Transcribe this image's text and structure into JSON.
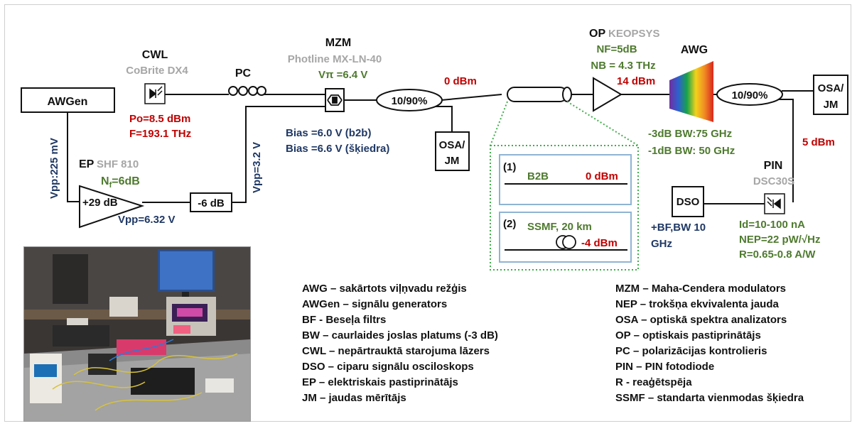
{
  "colors": {
    "red": "#c00000",
    "green": "#4e7a2e",
    "blue": "#1f3864",
    "gray": "#a6a6a6",
    "black": "#111111",
    "dotted": "#3fae49",
    "inset_border": "#8fb4d3"
  },
  "awgen": {
    "label": "AWGen",
    "vpp": "Vpp:225 mV"
  },
  "cwl": {
    "title": "CWL",
    "model": "CoBrite DX4",
    "po": "Po=8.5 dBm",
    "f": "F=193.1 THz"
  },
  "pc": {
    "label": "PC"
  },
  "ep": {
    "title": "EP",
    "model": "SHF 810",
    "nf_main": "N",
    "nf_sub": "f",
    "nf_val": "=6dB",
    "gain": "+29 dB",
    "vpp": "Vpp=6.32 V"
  },
  "attenuator": {
    "label": "-6 dB",
    "vpp": "Vpp=3.2 V"
  },
  "mzm": {
    "title": "MZM",
    "model": "Photline MX-LN-40",
    "vpi": "Vπ =6.4 V",
    "bias1": "Bias =6.0 V (b2b)",
    "bias2": "Bias =6.6 V (šķiedra)"
  },
  "coupler1": {
    "label": "10/90%"
  },
  "osa1": {
    "line1": "OSA/",
    "line2": "JM"
  },
  "power_0dbm": "0 dBm",
  "op": {
    "title": "OP",
    "model": "KEOPSYS",
    "nf": "NF=5dB",
    "nb": "NB = 4.3 THz",
    "out": "14 dBm"
  },
  "awg": {
    "title": "AWG",
    "bw3": "-3dB BW:75 GHz",
    "bw1": "-1dB BW: 50 GHz"
  },
  "coupler2": {
    "label": "10/90%"
  },
  "osa2": {
    "line1": "OSA/",
    "line2": "JM"
  },
  "power_5dbm": "5 dBm",
  "pin": {
    "title": "PIN",
    "model": "DSC30S",
    "id": "Id=10-100 nA",
    "nep": "NEP=22 pW/√Hz",
    "r": "R=0.65-0.8 A/W"
  },
  "dso": {
    "label": "DSO",
    "bf1": "+BF,BW 10",
    "bf2": "GHz"
  },
  "inset": {
    "b2b": {
      "num": "(1)",
      "label": "B2B",
      "power": "0 dBm"
    },
    "ssmf": {
      "num": "(2)",
      "label": "SSMF, 20 km",
      "power": "-4 dBm"
    }
  },
  "legend_left": [
    "AWG –  sakārtots viļņvadu režģis",
    "AWGen – signālu generators",
    "BF - Beseļa filtrs",
    "BW – caurlaides joslas platums (-3 dB)",
    "CWL – nepārtrauktā starojuma lāzers",
    "DSO – ciparu signālu osciloskops",
    "EP – elektriskais pastiprinātājs",
    "JM – jaudas mērītājs"
  ],
  "legend_right": [
    "MZM – Maha-Cendera modulators",
    "NEP – trokšņa ekvivalenta jauda",
    "OSA –  optiskā spektra analizators",
    "OP – optiskais pastiprinātājs",
    "PC  – polarizācijas kontrolieris",
    "PIN – PIN fotodiode",
    "R - reaģētspēja",
    "SSMF – standarta vienmodas šķiedra"
  ]
}
